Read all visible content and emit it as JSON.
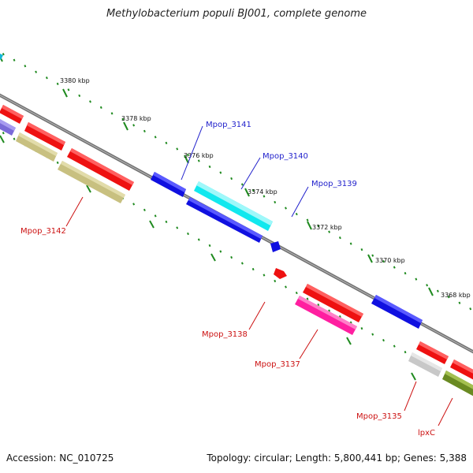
{
  "title": "Methylobacterium populi BJ001, complete genome",
  "footer": {
    "accession": "Accession: NC_010725",
    "summary": "Topology: circular; Length: 5,800,441 bp; Genes: 5,388"
  },
  "colors": {
    "blue": "#1010e0",
    "red": "#ee1111",
    "cyan": "#11e8ee",
    "pink": "#ff1fa0",
    "khaki": "#c8c080",
    "olive": "#6a8a22",
    "gray": "#c8c8c8",
    "violet": "#7a6ad8",
    "backbone": "#808080",
    "tick": "#1f8a1f",
    "forward_label": "#2222cc",
    "reverse_label": "#cc1111"
  },
  "ticks": [
    "3380 kbp",
    "3378 kbp",
    "3376 kbp",
    "3374 kbp",
    "3372 kbp",
    "3370 kbp",
    "3368 kbp"
  ],
  "labels": {
    "forward": [
      "Mpop_3141",
      "Mpop_3140",
      "Mpop_3139"
    ],
    "reverse": [
      "Mpop_3142",
      "Mpop_3138",
      "Mpop_3137",
      "Mpop_3135",
      "lpxC"
    ]
  }
}
